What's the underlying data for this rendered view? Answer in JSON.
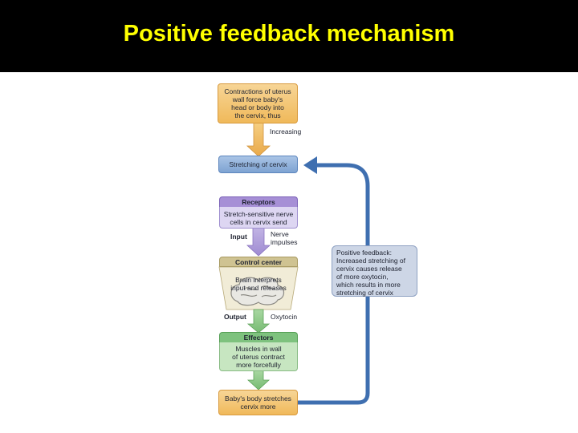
{
  "title": "Positive feedback mechanism",
  "colors": {
    "title_bg": "#000000",
    "title_text": "#ffff00",
    "orange": "#f0b95a",
    "blue": "#7ea3d2",
    "purple": "#a68fd6",
    "tan": "#cfc392",
    "green": "#7ec27e",
    "feedback_arrow": "#3f6fb0"
  },
  "diagram": {
    "start": [
      "Contractions of uterus",
      "wall force baby's",
      "head or body into",
      "the cervix, thus"
    ],
    "increasing": "Increasing",
    "stimulus": "Stretching of cervix",
    "receptors": {
      "heading": "Receptors",
      "body": [
        "Stretch-sensitive nerve",
        "cells in cervix send"
      ]
    },
    "input": "Input",
    "nerve_impulses": [
      "Nerve",
      "impulses"
    ],
    "control_center": {
      "heading": "Control center",
      "body": [
        "Brain interprets",
        "input and releases"
      ]
    },
    "output": "Output",
    "oxytocin": "Oxytocin",
    "effectors": {
      "heading": "Effectors",
      "body": [
        "Muscles in wall",
        "of uterus contract",
        "more forcefully"
      ]
    },
    "end": [
      "Baby's body stretches",
      "cervix more"
    ],
    "feedback": [
      "Positive feedback:",
      "Increased stretching of",
      "cervix causes release",
      "of more oxytocin,",
      "which results in more",
      "stretching of cervix"
    ]
  }
}
